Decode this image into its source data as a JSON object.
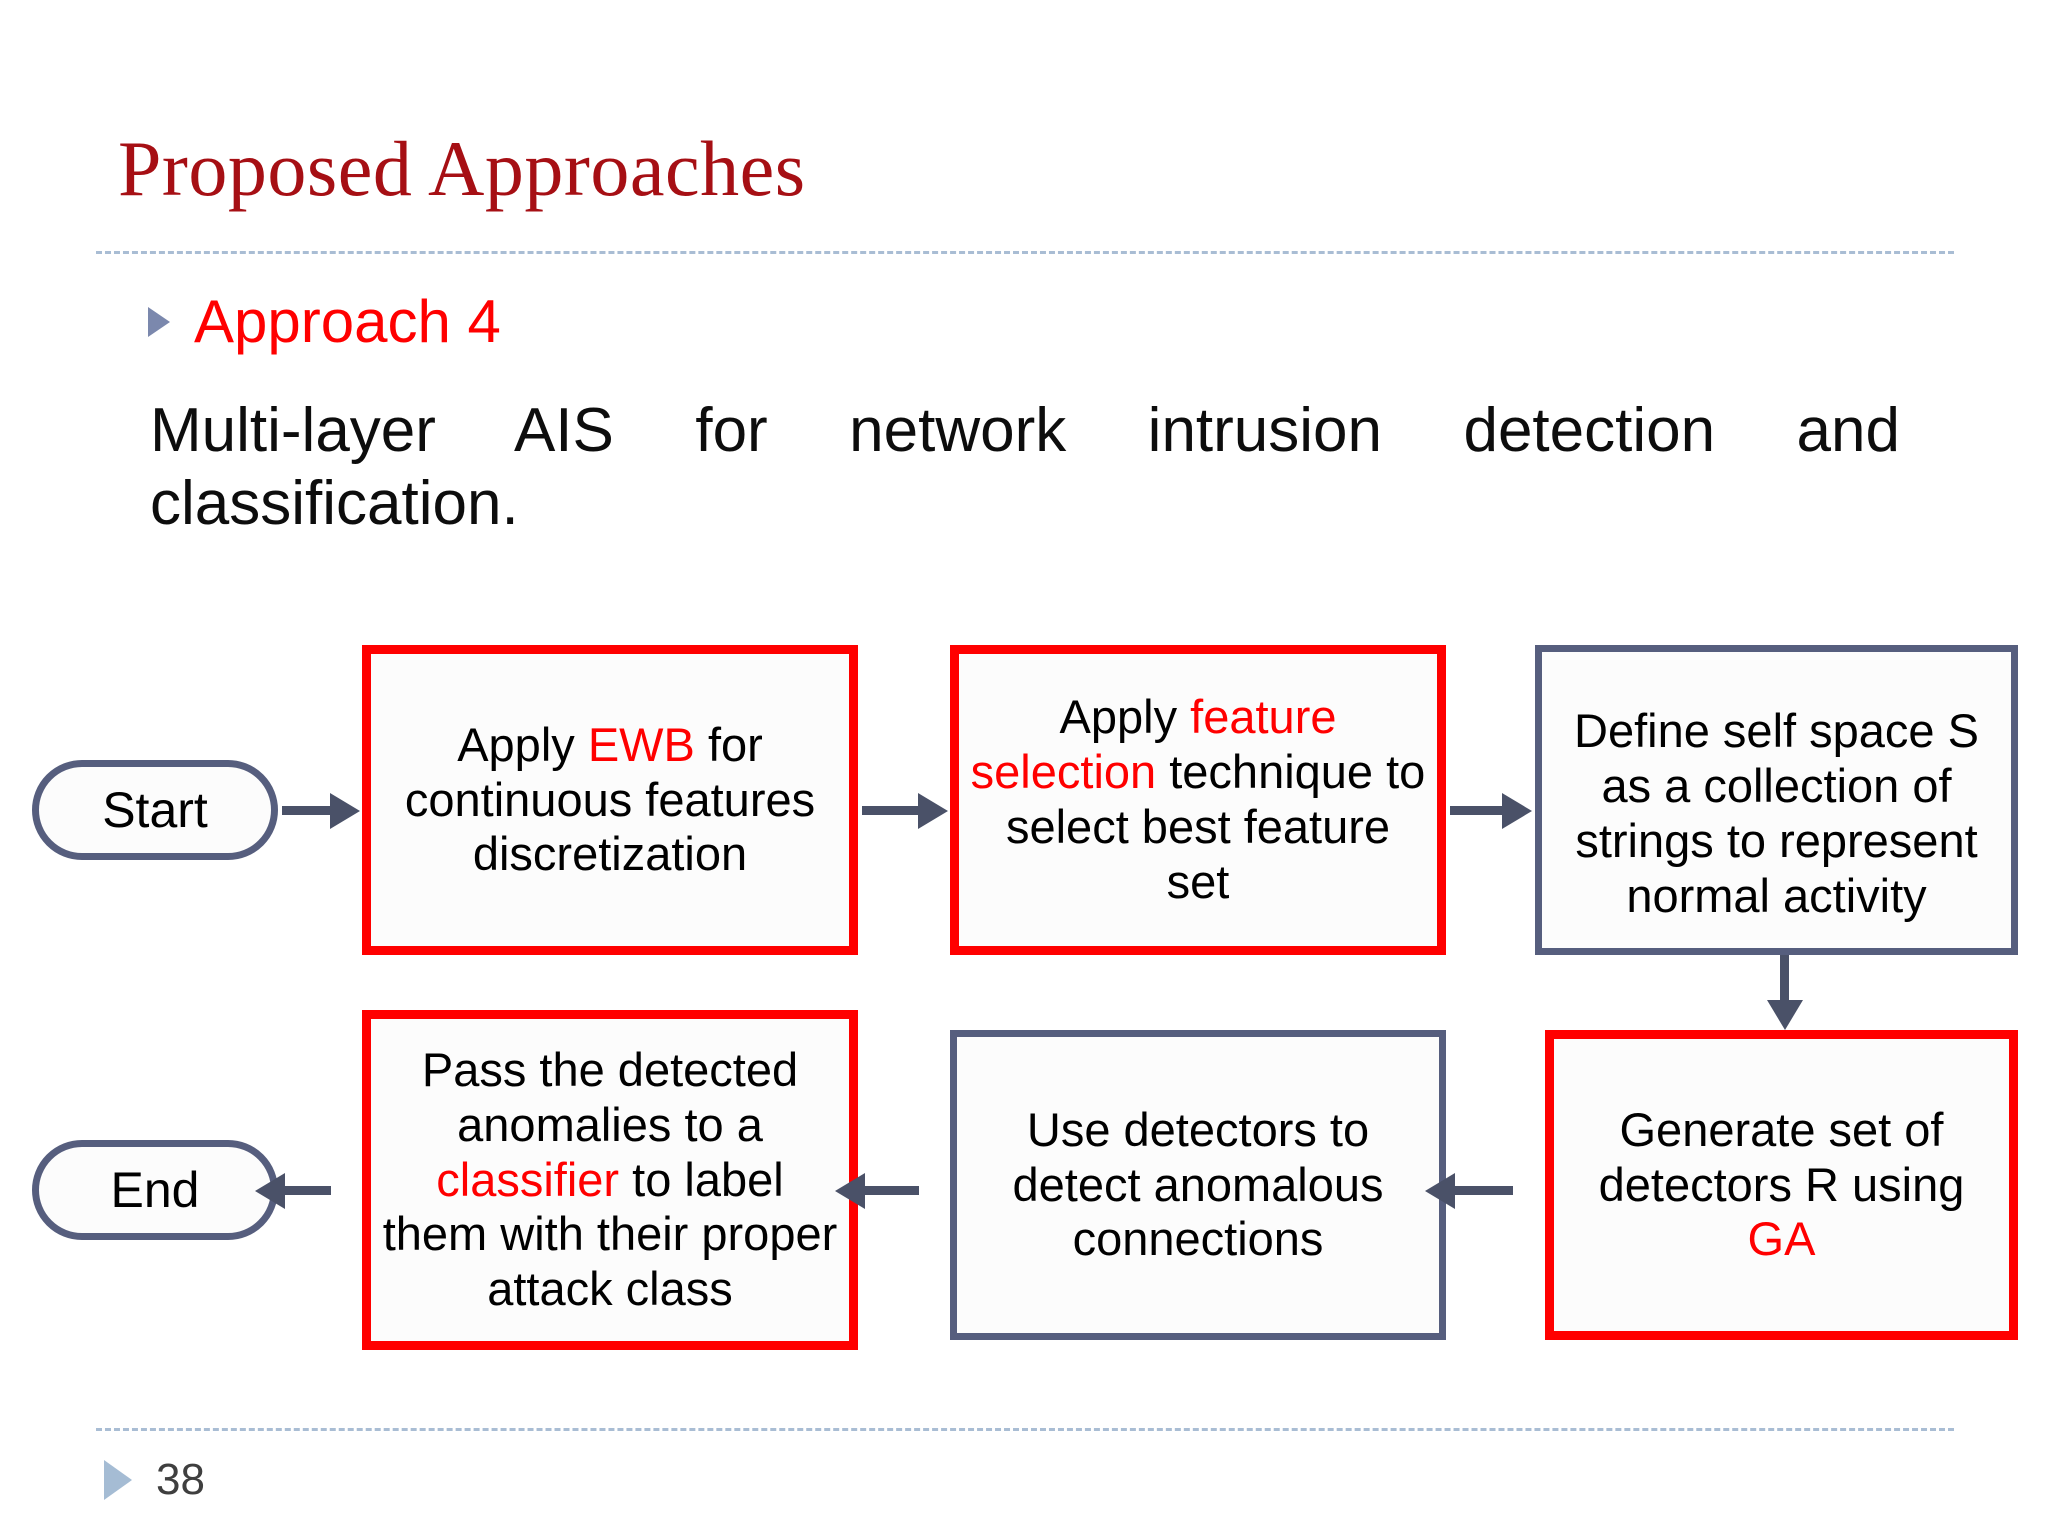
{
  "slide": {
    "title": "Proposed Approaches",
    "bullet_label": "Approach 4",
    "body_line_1": "Multi-layer AIS for network intrusion detection and",
    "body_line_2": "classification.",
    "page_number": "38"
  },
  "colors": {
    "title_red": "#a60f14",
    "accent_red": "#ff0000",
    "slate_border": "#565e7e",
    "arrow_gray": "#4a5168",
    "rule_blue": "#a9bdd4",
    "footer_triangle": "#a5bcd4",
    "bullet_triangle": "#7b88ad"
  },
  "flowchart": {
    "type": "flowchart",
    "nodes": [
      {
        "id": "start",
        "shape": "stadium",
        "border": "slate",
        "label": "Start"
      },
      {
        "id": "ewb",
        "shape": "rect",
        "border": "red",
        "segments": [
          {
            "text": "Apply ",
            "color": "black"
          },
          {
            "text": "EWB",
            "color": "red"
          },
          {
            "text": " for continuous features discretization",
            "color": "black"
          }
        ],
        "plain": "Apply EWB for continuous features discretization"
      },
      {
        "id": "feature-selection",
        "shape": "rect",
        "border": "red",
        "segments": [
          {
            "text": "Apply ",
            "color": "black"
          },
          {
            "text": "feature selection",
            "color": "red"
          },
          {
            "text": " technique to select best feature set",
            "color": "black"
          }
        ],
        "plain": "Apply feature selection technique to select best feature set"
      },
      {
        "id": "self-space",
        "shape": "rect",
        "border": "slate",
        "segments": [
          {
            "text": "Define self space S as a collection of strings to represent normal activity",
            "color": "black"
          }
        ],
        "plain": "Define self space S as a collection of strings to represent normal activity"
      },
      {
        "id": "generate-detectors",
        "shape": "rect",
        "border": "red",
        "segments": [
          {
            "text": "Generate set of detectors R using ",
            "color": "black"
          },
          {
            "text": "GA",
            "color": "red"
          }
        ],
        "plain": "Generate set of detectors R using GA"
      },
      {
        "id": "use-detectors",
        "shape": "rect",
        "border": "slate",
        "segments": [
          {
            "text": "Use detectors to detect anomalous connections",
            "color": "black"
          }
        ],
        "plain": "Use detectors to detect anomalous connections"
      },
      {
        "id": "pass-anomalies",
        "shape": "rect",
        "border": "red",
        "segments": [
          {
            "text": "Pass the detected anomalies to a ",
            "color": "black"
          },
          {
            "text": "classifier",
            "color": "red"
          },
          {
            "text": " to label them with their proper attack class",
            "color": "black"
          }
        ],
        "plain": "Pass the detected anomalies to a classifier to label them with their proper attack class"
      },
      {
        "id": "end",
        "shape": "stadium",
        "border": "slate",
        "label": "End"
      }
    ],
    "edges": [
      {
        "from": "start",
        "to": "ewb",
        "direction": "right"
      },
      {
        "from": "ewb",
        "to": "feature-selection",
        "direction": "right"
      },
      {
        "from": "feature-selection",
        "to": "self-space",
        "direction": "right"
      },
      {
        "from": "self-space",
        "to": "generate-detectors",
        "direction": "down"
      },
      {
        "from": "generate-detectors",
        "to": "use-detectors",
        "direction": "left"
      },
      {
        "from": "use-detectors",
        "to": "pass-anomalies",
        "direction": "left"
      },
      {
        "from": "pass-anomalies",
        "to": "end",
        "direction": "left"
      }
    ]
  },
  "node_text": {
    "start": "Start",
    "end": "End",
    "ewb_pre": "Apply ",
    "ewb_hl": "EWB",
    "ewb_post": " for continuous features discretization",
    "fs_pre": "Apply ",
    "fs_hl": "feature selection",
    "fs_post": " technique to select best feature set",
    "self_space": "Define self space S as a collection of strings to represent normal activity",
    "ga_pre": "Generate set of detectors R using ",
    "ga_hl": "GA",
    "use_detectors": "Use detectors to detect anomalous connections",
    "pass_pre": "Pass the detected anomalies to a ",
    "pass_hl": "classifier",
    "pass_post": " to label them with their proper attack class"
  }
}
